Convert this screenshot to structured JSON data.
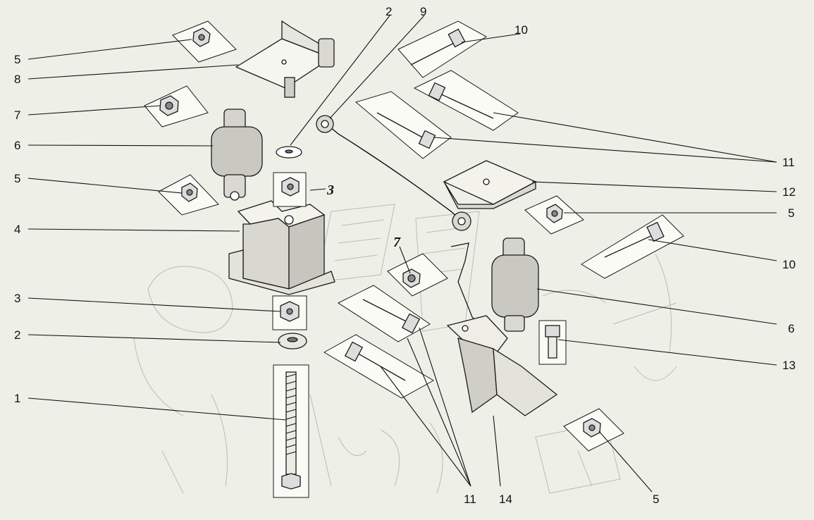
{
  "diagram": {
    "callouts": [
      {
        "id": "c5a",
        "text": "5"
      },
      {
        "id": "c8",
        "text": "8"
      },
      {
        "id": "c7a",
        "text": "7"
      },
      {
        "id": "c6a",
        "text": "6"
      },
      {
        "id": "c5b",
        "text": "5"
      },
      {
        "id": "c4",
        "text": "4"
      },
      {
        "id": "c3a",
        "text": "3"
      },
      {
        "id": "c2a",
        "text": "2"
      },
      {
        "id": "c1",
        "text": "1"
      },
      {
        "id": "c2b",
        "text": "2"
      },
      {
        "id": "c9",
        "text": "9"
      },
      {
        "id": "c10a",
        "text": "10"
      },
      {
        "id": "c11a",
        "text": "11"
      },
      {
        "id": "c12",
        "text": "12"
      },
      {
        "id": "c5c",
        "text": "5"
      },
      {
        "id": "c10b",
        "text": "10"
      },
      {
        "id": "c6b",
        "text": "6"
      },
      {
        "id": "c13",
        "text": "13"
      },
      {
        "id": "c5d",
        "text": "5"
      },
      {
        "id": "c11b",
        "text": "11"
      },
      {
        "id": "c14",
        "text": "14"
      },
      {
        "id": "c3b",
        "text": "3"
      },
      {
        "id": "c7b",
        "text": "7"
      }
    ],
    "colors": {
      "paper": "#eef0e8",
      "ink": "#111111",
      "background_sketch": "#b9bdb3",
      "part_fill": "#f6f6f0",
      "shade": "#c9c9c2"
    }
  }
}
